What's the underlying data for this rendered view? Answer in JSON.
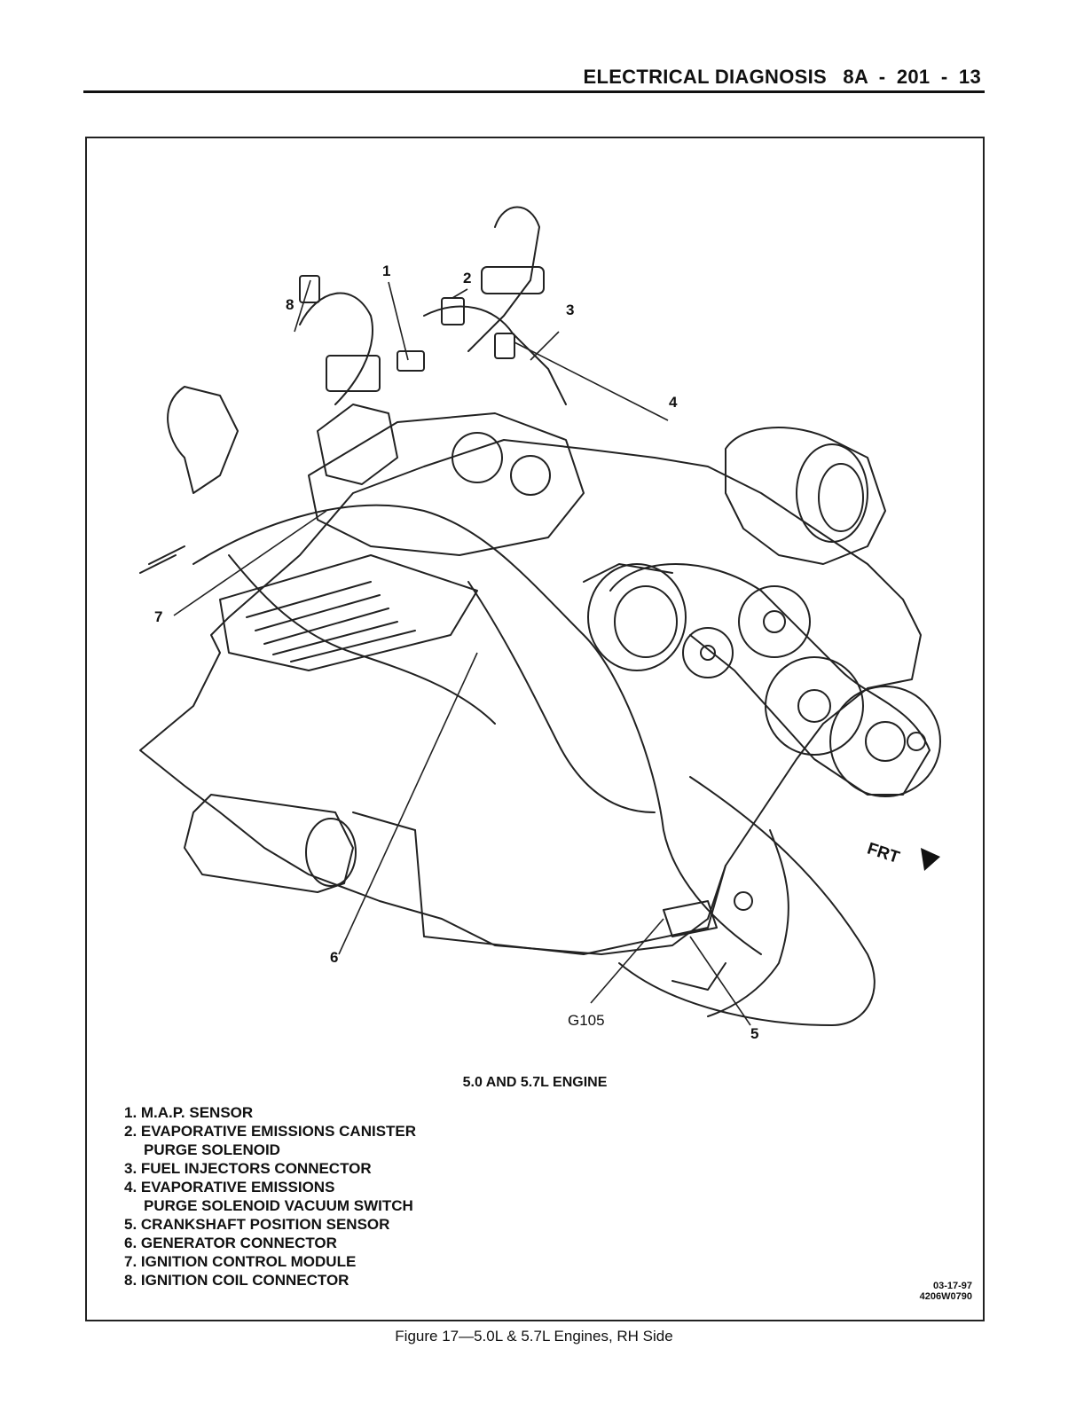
{
  "header": {
    "section": "ELECTRICAL DIAGNOSIS",
    "code": "8A",
    "page_a": "201",
    "page_b": "13"
  },
  "diagram": {
    "title": "5.0 AND 5.7L ENGINE",
    "callouts": [
      "1",
      "2",
      "3",
      "4",
      "5",
      "6",
      "7",
      "8",
      "G105"
    ],
    "direction": "FRT",
    "legend": [
      {
        "lines": [
          "1. M.A.P. SENSOR"
        ]
      },
      {
        "lines": [
          "2. EVAPORATIVE EMISSIONS CANISTER",
          "PURGE  SOLENOID"
        ]
      },
      {
        "lines": [
          "3. FUEL INJECTORS CONNECTOR"
        ]
      },
      {
        "lines": [
          "4. EVAPORATIVE EMISSIONS",
          "PURGE SOLENOID VACUUM SWITCH"
        ]
      },
      {
        "lines": [
          "5. CRANKSHAFT POSITION SENSOR"
        ]
      },
      {
        "lines": [
          "6. GENERATOR CONNECTOR"
        ]
      },
      {
        "lines": [
          "7. IGNITION CONTROL MODULE"
        ]
      },
      {
        "lines": [
          "8. IGNITION COIL CONNECTOR"
        ]
      }
    ],
    "date_code": "03-17-97",
    "drawing_code": "4206W0790"
  },
  "caption": "Figure 17—5.0L & 5.7L Engines, RH Side"
}
